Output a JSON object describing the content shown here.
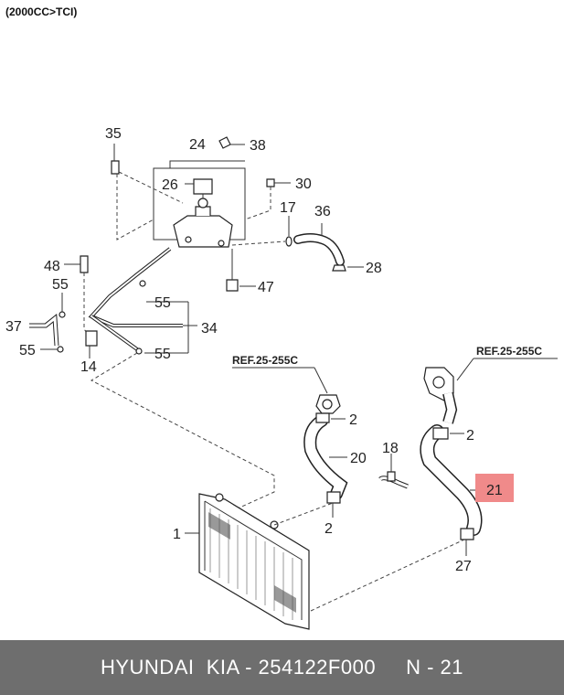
{
  "header": {
    "spec": "(2000CC>TCI)"
  },
  "callouts": {
    "c35": "35",
    "c24": "24",
    "c38": "38",
    "c26": "26",
    "c30": "30",
    "c17": "17",
    "c36": "36",
    "c48": "48",
    "c28": "28",
    "c55a": "55",
    "c55b": "55",
    "c47": "47",
    "c37": "37",
    "c34": "34",
    "c55c": "55",
    "c55d": "55",
    "c14": "14",
    "c2a": "2",
    "c20": "20",
    "c18": "18",
    "c2b": "2",
    "c2c": "2",
    "c21": "21",
    "c1": "1",
    "c27": "27"
  },
  "refs": {
    "left": "REF.25-255C",
    "right": "REF.25-255C"
  },
  "highlight": {
    "color": "#f08a8a",
    "callout": "21"
  },
  "footer": {
    "text": "HYUNDAI  KIA - 254122F000     N - 21"
  }
}
